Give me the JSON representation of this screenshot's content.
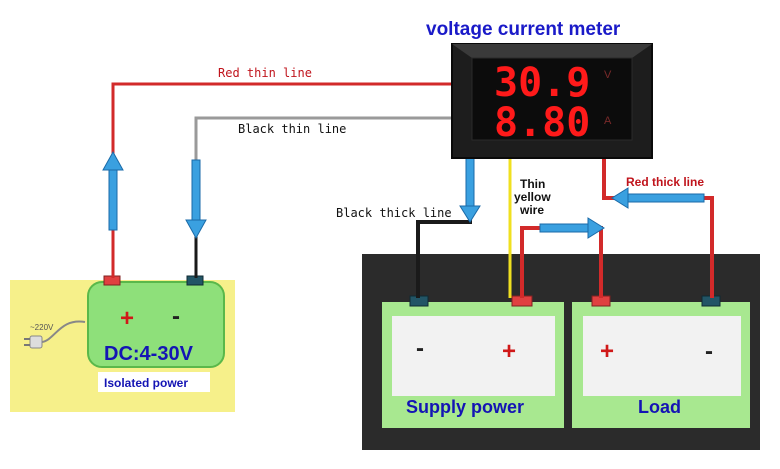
{
  "title": "voltage current meter",
  "meter": {
    "voltage_reading": "30.9",
    "current_reading": "8.80",
    "voltage_unit": "V",
    "current_unit": "A"
  },
  "labels": {
    "red_thin_line": "Red thin line",
    "black_thin_line": "Black thin line",
    "black_thick_line": "Black thick line",
    "thin_yellow_wire": [
      "Thin",
      "yellow",
      "wire"
    ],
    "red_thick_line": "Red thick line"
  },
  "isolated_power": {
    "plus": "+",
    "minus": "-",
    "range": "DC:4-30V",
    "name": "Isolated power",
    "mains_label": "~220V"
  },
  "supply_power": {
    "minus": "-",
    "plus": "+",
    "name": "Supply power"
  },
  "load": {
    "plus": "+",
    "minus": "-",
    "name": "Load"
  },
  "colors": {
    "red_wire": "#d22a2a",
    "black_wire": "#1a1a1a",
    "gray_wire": "#9a9a9a",
    "yellow_wire": "#f0e020",
    "arrow_blue": "#3aa0e0",
    "box_green": "#8ee07a",
    "isolated_bg": "#f6f08a",
    "dark_panel": "#2b2b2b",
    "title_blue": "#1a1ac8"
  }
}
